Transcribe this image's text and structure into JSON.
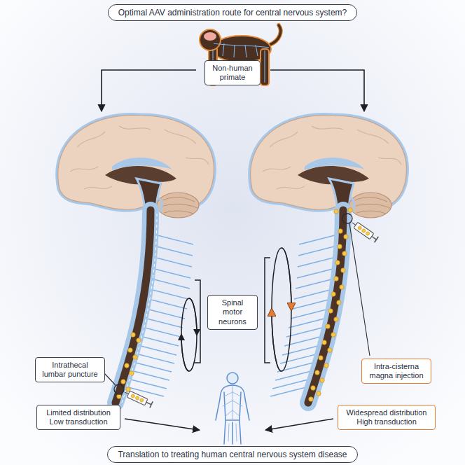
{
  "diagram": {
    "nodes": [
      {
        "text": [
          "Optimal AAV administration route for central nervous system?"
        ]
      },
      {
        "text": [
          "Non-human primate"
        ]
      },
      {
        "text": [
          "Spinal motor neurons"
        ]
      },
      {
        "text": [
          "Intrathecal lumbar puncture"
        ]
      },
      {
        "text": [
          "Intra-cisterna magna injection"
        ]
      },
      {
        "text": [
          "Limited distribution Low transduction"
        ]
      },
      {
        "text": [
          "Widespread distribution High transduction"
        ]
      },
      {
        "text": [
          "Translation to treating human central nervous system disease"
        ]
      }
    ]
  }
}
